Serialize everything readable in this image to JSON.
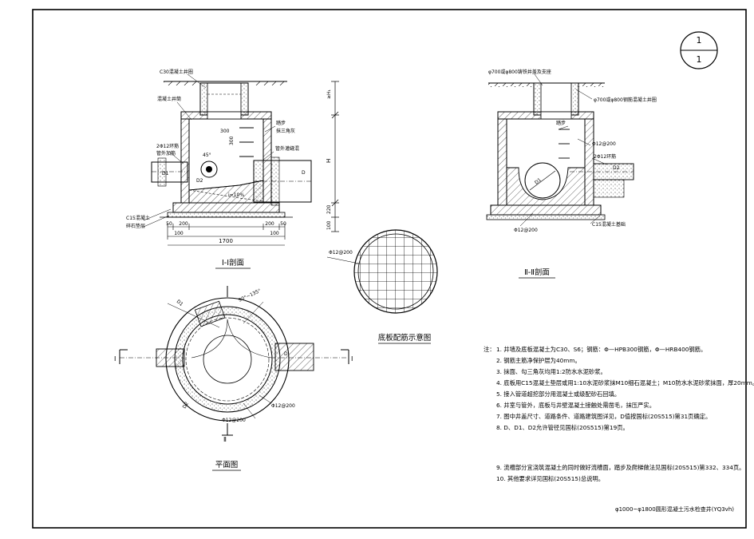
{
  "sheet": {
    "number_top": "1",
    "number_bottom": "1",
    "caption": "φ1000~φ1800圆形混凝土污水检查井(YQ3vh)"
  },
  "section_1": {
    "title": "Ⅰ-Ⅰ剖面",
    "labels": {
      "cover": "C30混凝土井圈",
      "wall": "混凝土井筒",
      "step": "踏步",
      "plaster": "抹三角灰",
      "pipe_rebar": "2Φ12环筋",
      "reinforce": "管外加筋",
      "grout": "管外灌缝混",
      "base": "C15混凝土",
      "cushion": "碎石垫层",
      "slope": "i=10%",
      "d1": "D1",
      "d": "D",
      "d2": "D2",
      "dim_300a": "300",
      "dim_300b": "300",
      "dim_45": "45°"
    },
    "vertical_dims": [
      "≥H₁",
      "H",
      "220",
      "100"
    ],
    "bottom_dims": [
      "50",
      "200",
      "200",
      "50",
      "100",
      "100"
    ],
    "total_width": "1700"
  },
  "section_2": {
    "title": "Ⅱ-Ⅱ剖面",
    "labels": {
      "cover": "φ700或φ800铸铁井盖及支座",
      "ring": "φ700或φ800钢筋混凝土井圈",
      "step": "踏步",
      "rebar_top": "Φ12@200",
      "rebar_ring": "2Φ12环筋",
      "pipe": "D1",
      "d2": "D2",
      "rebar_bottom": "Φ12@200",
      "base": "C15混凝土基础"
    }
  },
  "base_plate": {
    "title": "底板配筋示意图",
    "rebar": "Φ12@200"
  },
  "plan": {
    "title": "平面图",
    "label_angle": "90°~135°",
    "label_rebar1": "Φ12@200",
    "label_rebar2": "Φ12@200",
    "label_d": "D",
    "label_d1": "D1",
    "label_d2": "D2",
    "cut_I_left": "I",
    "cut_I_right": "I",
    "cut_II": "Ⅱ"
  },
  "notes": {
    "lead": "注：",
    "items": [
      "1. 井墙及底板混凝土为C30、S6；钢筋：Φ—HPB300钢筋，Φ—HRB400钢筋。",
      "2. 钢筋主筋净保护层为40mm。",
      "3. 抹面、勾三角灰均用1:2防水水泥砂浆。",
      "4. 底板用C15混凝土垫层或用1:10水泥砂浆抹M10细石混凝土；M10防水水泥砂浆抹面，厚20mm。",
      "5. 接入管道超挖部分用混凝土或级配砂石回填。",
      "6. 井室与管外，底板与井壁混凝土接触处需凿毛，抹压严实。",
      "7. 图中井盖尺寸、道路条件、道路建筑图详见，D值按国标(20S515)第31页确定。",
      "8. D、D1、D2允许管径见国标(20S515)第19页。",
      "9. 流槽部分宜浇筑混凝土的同时做好流槽面，踏步及爬梯做法见国标(20S515)第332、334页。",
      "10. 其他要求详见国标(20S515)总说明。"
    ]
  }
}
